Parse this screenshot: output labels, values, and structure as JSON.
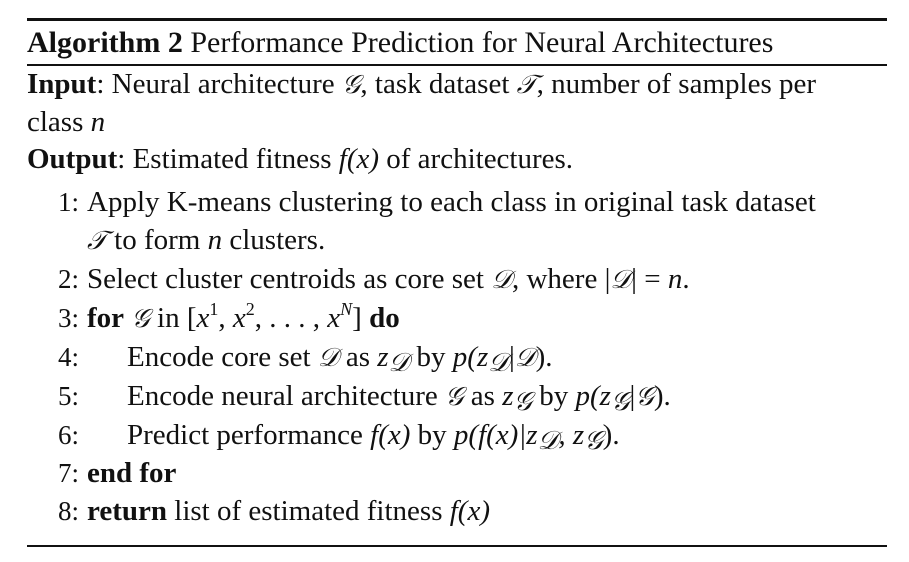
{
  "algorithm": {
    "label": "Algorithm 2",
    "title": "Performance Prediction for Neural Architectures"
  },
  "input": {
    "label": "Input",
    "text_a": ": Neural architecture ",
    "sym_G": "𝒢",
    "text_b": ", task dataset ",
    "sym_T": "𝒯",
    "text_c": ", number of samples per",
    "text_d": "class ",
    "sym_n": "n"
  },
  "output": {
    "label": "Output",
    "text_a": ": Estimated fitness ",
    "fx": "f(x)",
    "text_b": " of architectures."
  },
  "steps": [
    {
      "num": "1:",
      "text": "Apply K-means clustering to each class in original task dataset",
      "cont_T": "𝒯",
      "cont_a": " to form ",
      "cont_n": "n",
      "cont_b": " clusters."
    },
    {
      "num": "2:",
      "text_a": "Select cluster centroids as core set ",
      "sym_D": "𝒟",
      "text_b": ", where |",
      "sym_D2": "𝒟",
      "text_c": "| = ",
      "sym_n": "n",
      "text_d": "."
    },
    {
      "num": "3:",
      "kw_for": "for",
      "sym_G": "𝒢",
      "text_a": " in [",
      "x1": "x",
      "sup1": "1",
      "text_b": ", ",
      "x2": "x",
      "sup2": "2",
      "text_c": ", . . . , ",
      "xN": "x",
      "supN": "N",
      "text_d": "] ",
      "kw_do": "do"
    },
    {
      "num": "4:",
      "text_a": "Encode core set ",
      "sym_D": "𝒟",
      "text_b": " as ",
      "z": "z",
      "sub_D": "𝒟",
      "text_c": " by ",
      "p": "p(z",
      "sub_D2": "𝒟",
      "text_d": "|",
      "sym_D2": "𝒟",
      "text_e": ")."
    },
    {
      "num": "5:",
      "text_a": "Encode neural architecture ",
      "sym_G": "𝒢",
      "text_b": " as ",
      "z": "z",
      "sub_G": "𝒢",
      "text_c": " by ",
      "p": "p(z",
      "sub_G2": "𝒢",
      "text_d": "|",
      "sym_G2": "𝒢",
      "text_e": ")."
    },
    {
      "num": "6:",
      "text_a": "Predict performance ",
      "fx": "f(x)",
      "text_b": " by ",
      "p": "p(f(x)|z",
      "sub_D": "𝒟",
      "text_c": ", z",
      "sub_G": "𝒢",
      "text_d": ")."
    },
    {
      "num": "7:",
      "kw": "end for"
    },
    {
      "num": "8:",
      "kw": "return",
      "text_a": " list of estimated fitness ",
      "fx": "f(x)"
    }
  ]
}
